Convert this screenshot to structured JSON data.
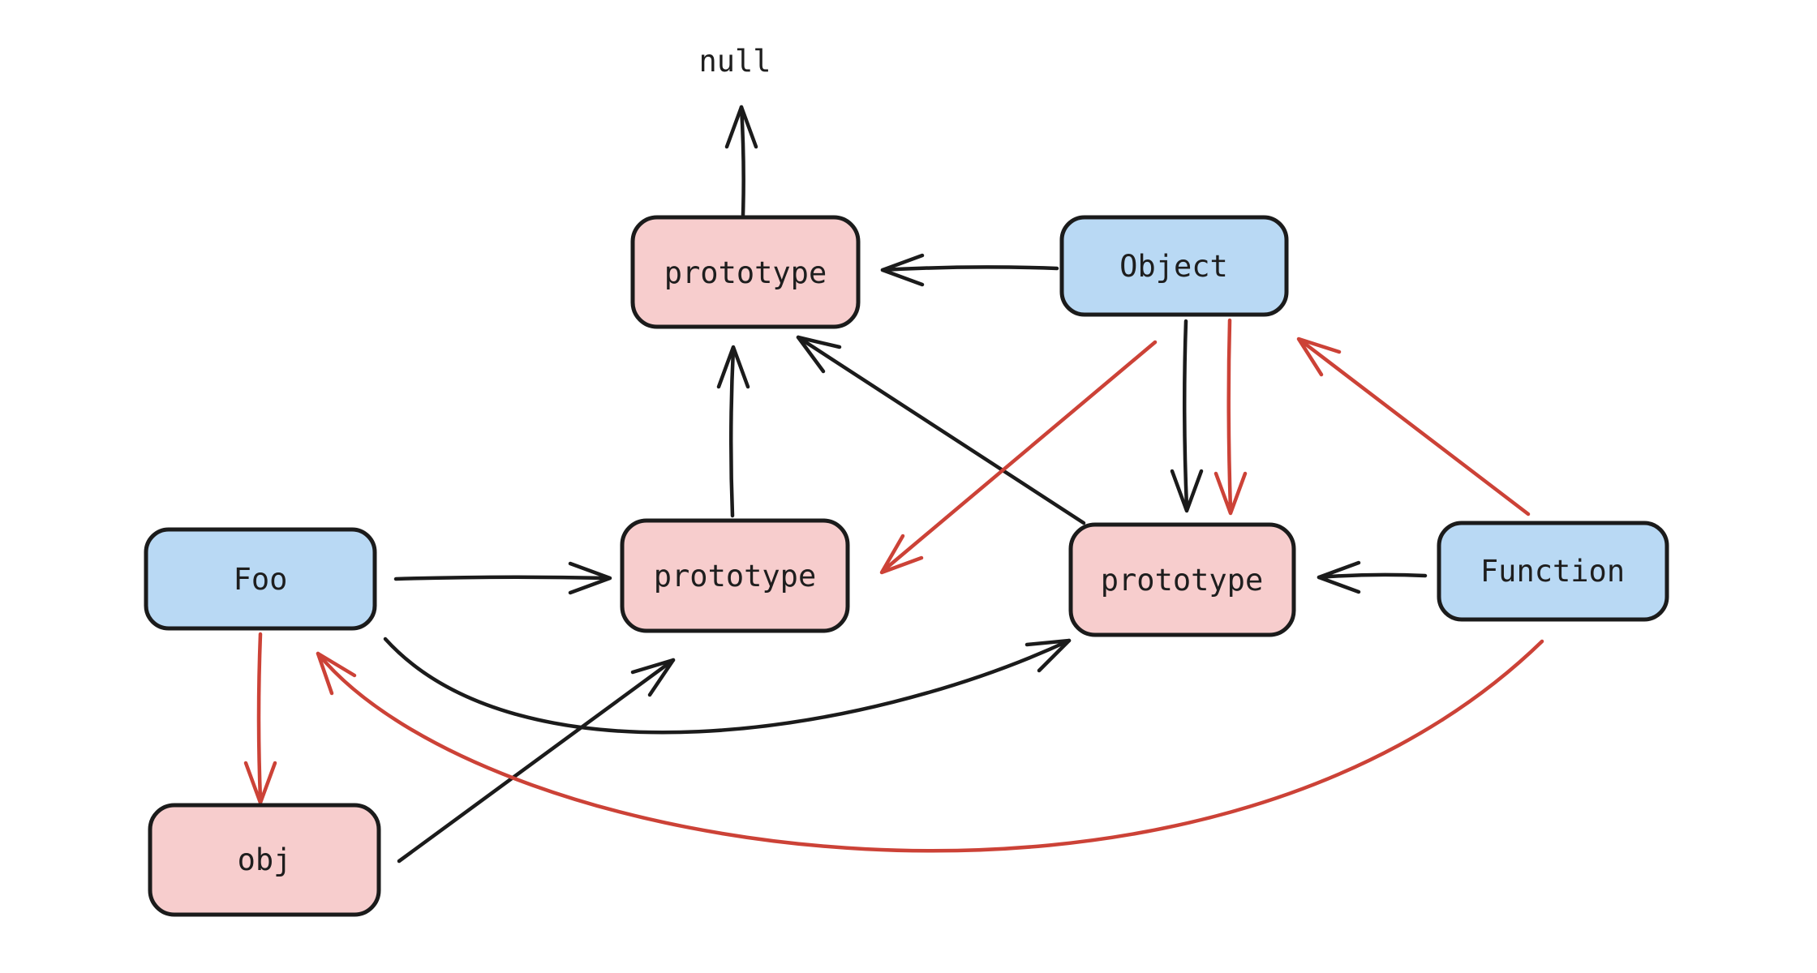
{
  "colors": {
    "background": "#ffffff",
    "ink": "#1b1b1b",
    "text": "#1e1e1e",
    "red_arrow": "#cc4237",
    "pink_fill": "#f7cdcd",
    "blue_fill": "#b9d9f4"
  },
  "terminal": {
    "null_label": "null"
  },
  "nodes": [
    {
      "id": "prototype-top",
      "label": "prototype",
      "fill": "pink"
    },
    {
      "id": "object",
      "label": "Object",
      "fill": "blue"
    },
    {
      "id": "foo",
      "label": "Foo",
      "fill": "blue"
    },
    {
      "id": "prototype-middle",
      "label": "prototype",
      "fill": "pink"
    },
    {
      "id": "prototype-right",
      "label": "prototype",
      "fill": "pink"
    },
    {
      "id": "function",
      "label": "Function",
      "fill": "blue"
    },
    {
      "id": "obj",
      "label": "obj",
      "fill": "pink"
    }
  ],
  "edges": [
    {
      "from": "prototype-top",
      "to": "null",
      "color": "black",
      "shape": "straight"
    },
    {
      "from": "Object",
      "to": "prototype-top",
      "color": "black",
      "shape": "straight"
    },
    {
      "from": "prototype-middle",
      "to": "prototype-top",
      "color": "black",
      "shape": "straight"
    },
    {
      "from": "prototype-right",
      "to": "prototype-top",
      "color": "black",
      "shape": "straight"
    },
    {
      "from": "Object",
      "to": "prototype-right",
      "color": "black",
      "shape": "straight"
    },
    {
      "from": "Object",
      "to": "prototype-right",
      "color": "red",
      "shape": "straight"
    },
    {
      "from": "Object",
      "to": "prototype-middle",
      "color": "red",
      "shape": "straight"
    },
    {
      "from": "Foo",
      "to": "prototype-middle",
      "color": "black",
      "shape": "straight"
    },
    {
      "from": "Function",
      "to": "prototype-right",
      "color": "black",
      "shape": "straight"
    },
    {
      "from": "Foo",
      "to": "prototype-right",
      "color": "black",
      "shape": "curved"
    },
    {
      "from": "obj",
      "to": "prototype-middle",
      "color": "black",
      "shape": "straight"
    },
    {
      "from": "Foo",
      "to": "obj",
      "color": "red",
      "shape": "straight"
    },
    {
      "from": "Function",
      "to": "Object",
      "color": "red",
      "shape": "straight"
    },
    {
      "from": "Function",
      "to": "Foo",
      "color": "red",
      "shape": "curved"
    }
  ]
}
